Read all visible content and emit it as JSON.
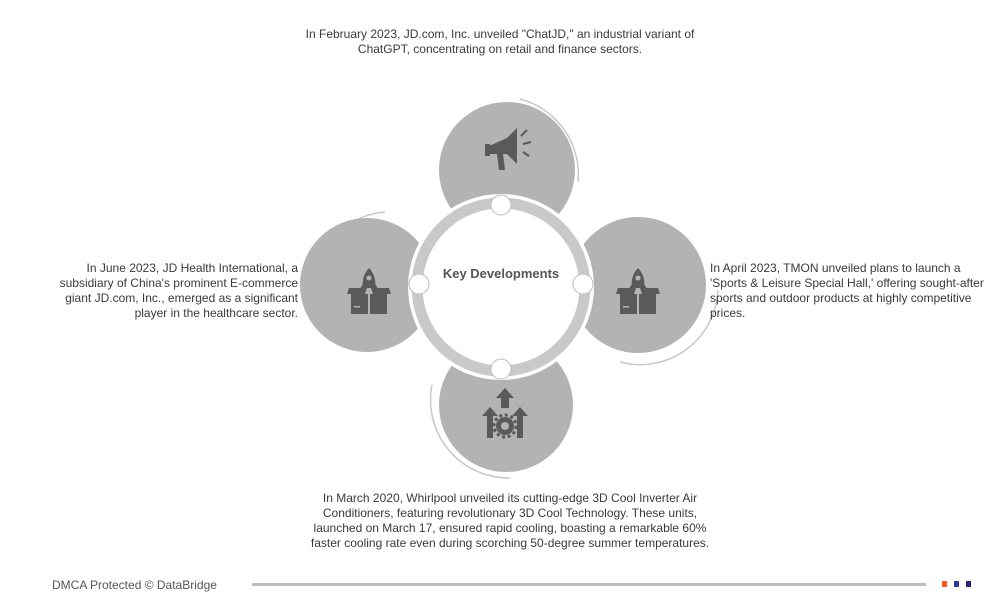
{
  "center_title": "Key Developments",
  "items": {
    "top": "In February 2023, JD.com, Inc. unveiled \"ChatJD,\" an industrial variant of ChatGPT, concentrating on retail and finance sectors.",
    "left": "In June 2023, JD Health International, a subsidiary of China's prominent E-commerce giant JD.com, Inc., emerged as a significant player in the healthcare sector.",
    "right": "In April 2023, TMON unveiled plans to launch a 'Sports & Leisure Special Hall,' offering sought-after sports and outdoor products at highly competitive prices.",
    "bottom": "In March 2020, Whirlpool unveiled its cutting-edge 3D Cool Inverter Air Conditioners, featuring revolutionary 3D Cool Technology. These units, launched on March 17, ensured rapid cooling, boasting a remarkable 60% faster cooling rate even during scorching 50-degree summer temperatures."
  },
  "icons": {
    "top": "megaphone-icon",
    "left": "rocket-box-icon",
    "right": "rocket-box-icon",
    "bottom": "growth-gear-icon"
  },
  "footer": {
    "text": "DMCA Protected © DataBridge"
  },
  "colors": {
    "circle": "#b3b3b3",
    "ring": "#c9c9c9",
    "icon": "#5a5a5a",
    "accent1": "#f05a28",
    "accent2": "#2b3a8c",
    "accent3": "#1f2a66"
  }
}
